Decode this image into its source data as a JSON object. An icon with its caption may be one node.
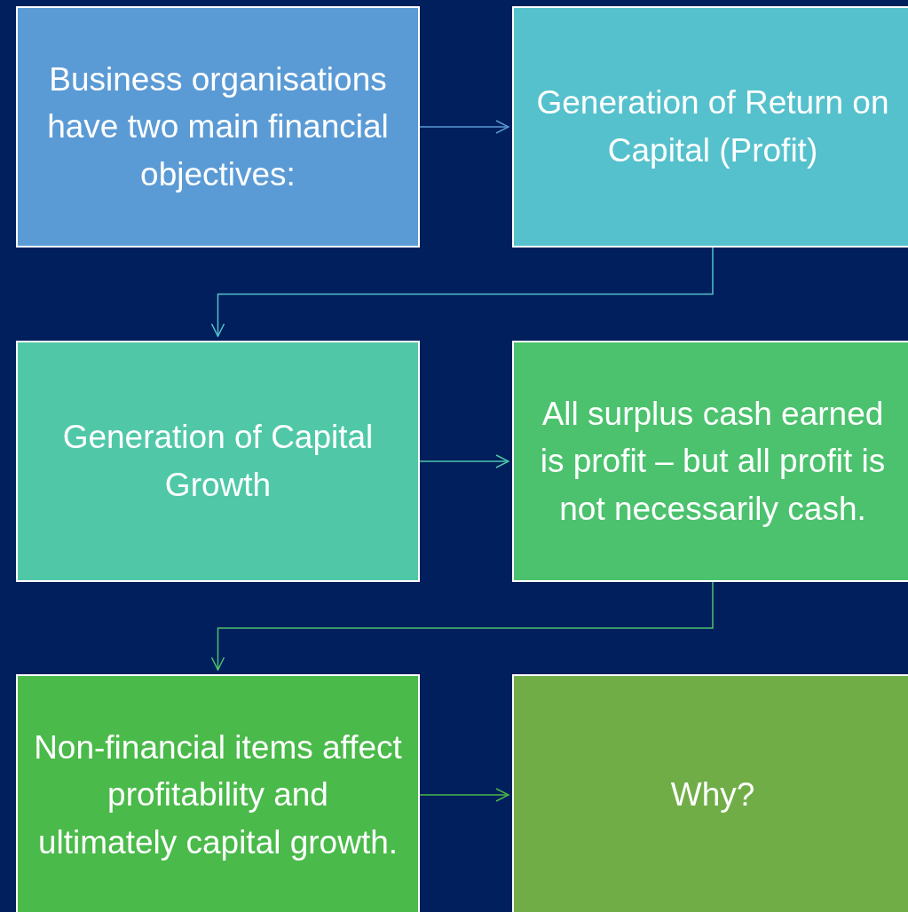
{
  "diagram": {
    "nodes": [
      {
        "text": [
          "Business organisations have two main financial objectives:"
        ]
      },
      {
        "text": [
          "Generation of Return on Capital (Profit)"
        ]
      },
      {
        "text": [
          "Generation of Capital Growth"
        ]
      },
      {
        "text": [
          "All surplus cash earned is profit – but all profit is not necessarily cash."
        ]
      },
      {
        "text": [
          "Non-financial items affect profitability and ultimately capital growth."
        ]
      },
      {
        "text": [
          "Why?"
        ]
      }
    ],
    "edges": [
      {
        "from": 0,
        "to": 1,
        "arrow": "to",
        "color": "#5b9bd5"
      },
      {
        "from": 1,
        "to": 2,
        "arrow": "to",
        "color": "#55c1cd"
      },
      {
        "from": 2,
        "to": 3,
        "arrow": "to",
        "color": "#50c8a8"
      },
      {
        "from": 3,
        "to": 4,
        "arrow": "to",
        "color": "#4cc26e"
      },
      {
        "from": 4,
        "to": 5,
        "arrow": "to",
        "color": "#4aba4a"
      }
    ]
  }
}
